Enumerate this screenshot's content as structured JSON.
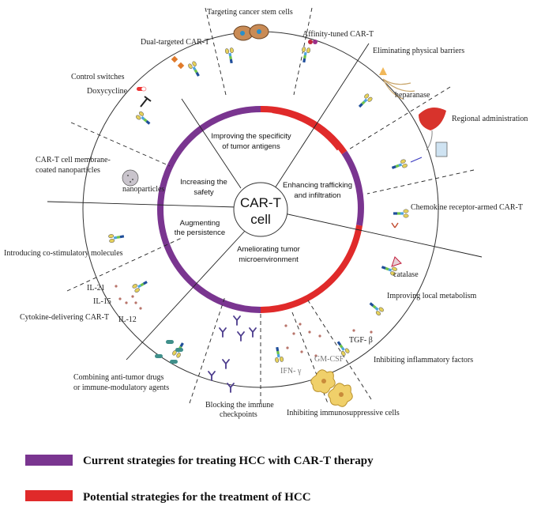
{
  "center": {
    "line1": "CAR-T",
    "line2": "cell"
  },
  "sectors": {
    "specificity": [
      "Improving the specificity",
      "of tumor antigens"
    ],
    "trafficking": [
      "Enhancing trafficking",
      "and infiltration"
    ],
    "microenv": [
      "Ameliorating tumor",
      "microenvironment"
    ],
    "persistence": [
      "Augmenting",
      "the persistence"
    ],
    "safety": [
      "Increasing the",
      "safety"
    ]
  },
  "labels": {
    "cancer_stem": "Targeting cancer stem cells",
    "dual_targeted": "Dual-targeted CAR-T",
    "affinity": "Affinity-tuned CAR-T",
    "physical_barriers": "Eliminating physical barriers",
    "heparanase": "heparanase",
    "control_switches": "Control switches",
    "doxycycline": "Doxycycline",
    "regional": "Regional administration",
    "membrane_np": [
      "CAR-T cell membrane-",
      "coated nanoparticles"
    ],
    "nanoparticles": "nanoparticles",
    "chemokine": "Chemokine receptor-armed CAR-T",
    "costim": "Introducing co-stimulatory molecules",
    "catalase": "catalase",
    "local_metabolism": "Improving local metabolism",
    "il21": "IL-21",
    "il15": "IL-15",
    "cytokine": "Cytokine-delivering CAR-T",
    "il12": "IL-12",
    "tgfb": "TGF- β",
    "inflammatory": "Inhibiting inflammatory factors",
    "gmcsf": "GM-CSF",
    "ifn": "IFN- γ",
    "drugs": [
      "Combining anti-tumor drugs",
      "or immune-modulatory agents"
    ],
    "checkpoints": [
      "Blocking the immune",
      "checkpoints"
    ],
    "immunosuppressive": "Inhibiting immunosuppressive cells"
  },
  "legend": {
    "current": "Current strategies for treating HCC with CAR-T therapy",
    "potential": "Potential strategies for the treatment of HCC"
  },
  "colors": {
    "current": "#7a3590",
    "potential": "#e02a2a"
  }
}
